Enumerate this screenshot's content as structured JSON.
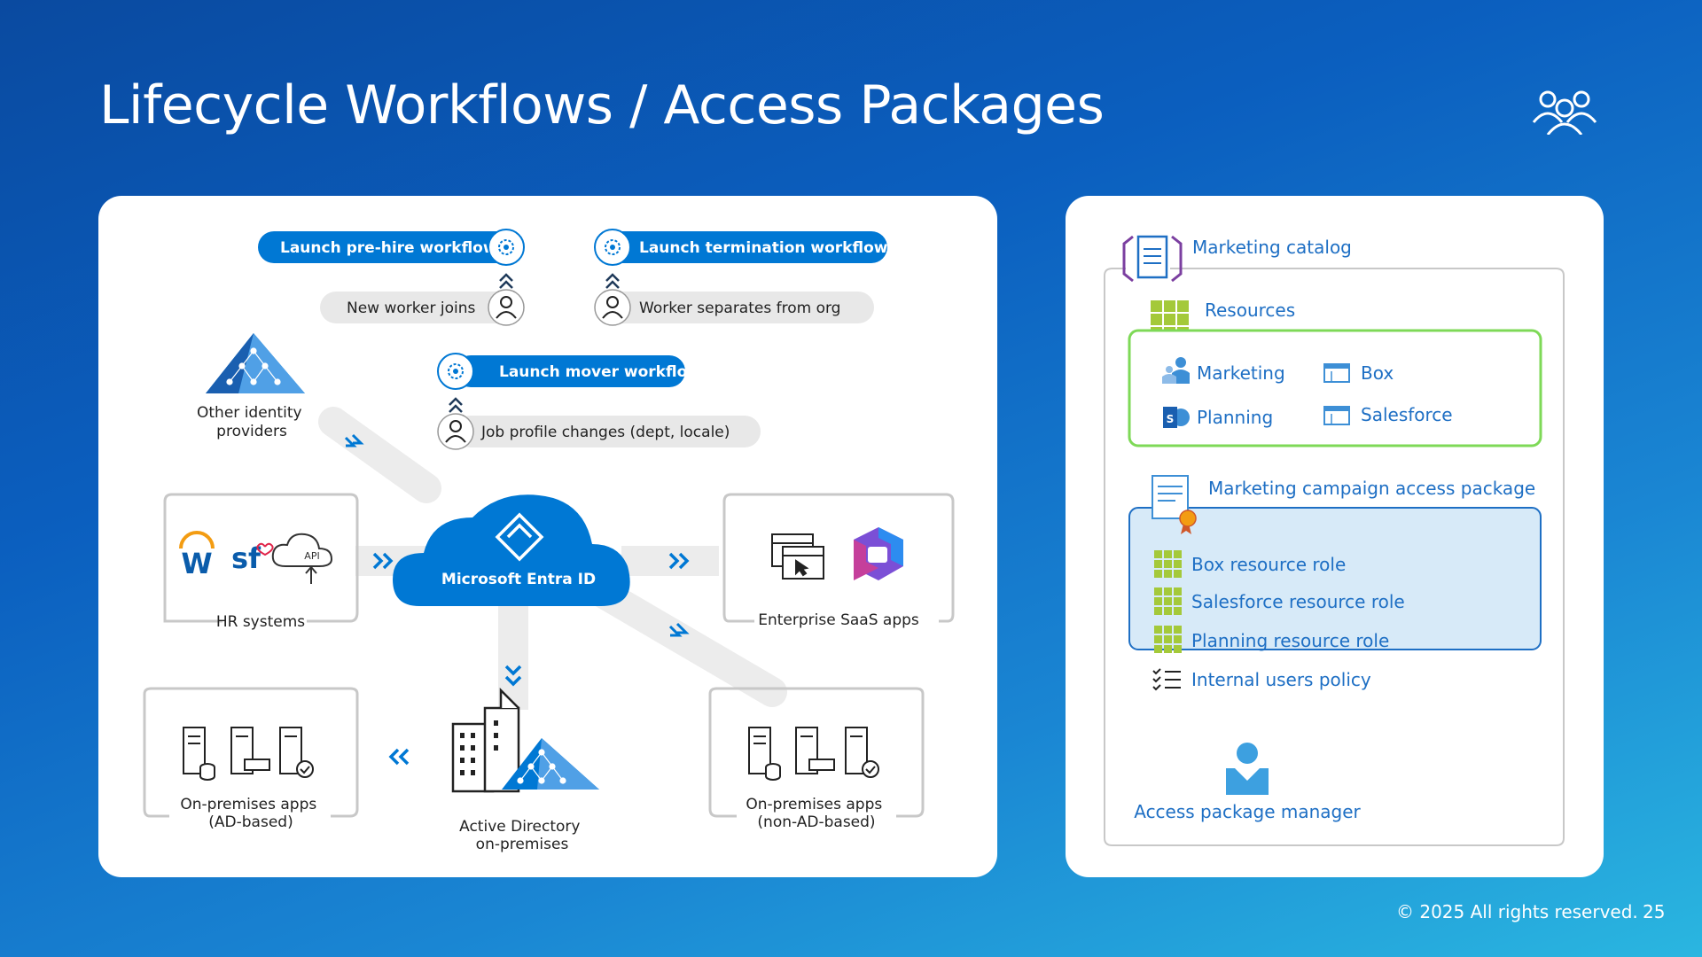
{
  "title": "Lifecycle Workflows / Access Packages",
  "footer": {
    "copyright": "© 2025 All rights reserved.",
    "page_number": "25"
  },
  "workflow_diagram": {
    "prehire_workflow": "Launch pre-hire workflow",
    "new_worker": "New worker joins",
    "termination_workflow": "Launch termination workflow",
    "worker_separates": "Worker separates from org",
    "mover_workflow": "Launch mover workflow",
    "job_profile": "Job profile changes (dept, locale)",
    "other_idp_line1": "Other identity",
    "other_idp_line2": "providers",
    "hr_systems": "HR systems",
    "hr_api": "API",
    "entra_id": "Microsoft Entra ID",
    "saas_apps": "Enterprise SaaS apps",
    "onprem_ad_line1": "On-premises apps",
    "onprem_ad_line2": "(AD-based)",
    "ad_line1": "Active Directory",
    "ad_line2": "on-premises",
    "onprem_nonad_line1": "On-premises apps",
    "onprem_nonad_line2": "(non-AD-based)"
  },
  "catalog": {
    "catalog_label": "Marketing catalog",
    "resources_label": "Resources",
    "resources": [
      {
        "label": "Marketing",
        "icon": "group-icon"
      },
      {
        "label": "Box",
        "icon": "app-window-icon"
      },
      {
        "label": "Planning",
        "icon": "sharepoint-icon"
      },
      {
        "label": "Salesforce",
        "icon": "app-window-icon"
      }
    ],
    "package_label": "Marketing campaign access package",
    "package_items": [
      {
        "label": "Box resource role",
        "icon": "grid-icon"
      },
      {
        "label": "Salesforce resource role",
        "icon": "grid-icon"
      },
      {
        "label": "Planning resource role",
        "icon": "grid-icon"
      },
      {
        "label": "Internal users policy",
        "icon": "checklist-icon"
      }
    ],
    "manager_label": "Access package manager"
  },
  "colors": {
    "accent": "#0078d4",
    "green_border": "#7ed957",
    "package_fill": "#d7eaf8",
    "grid_green": "#a4c93a"
  }
}
